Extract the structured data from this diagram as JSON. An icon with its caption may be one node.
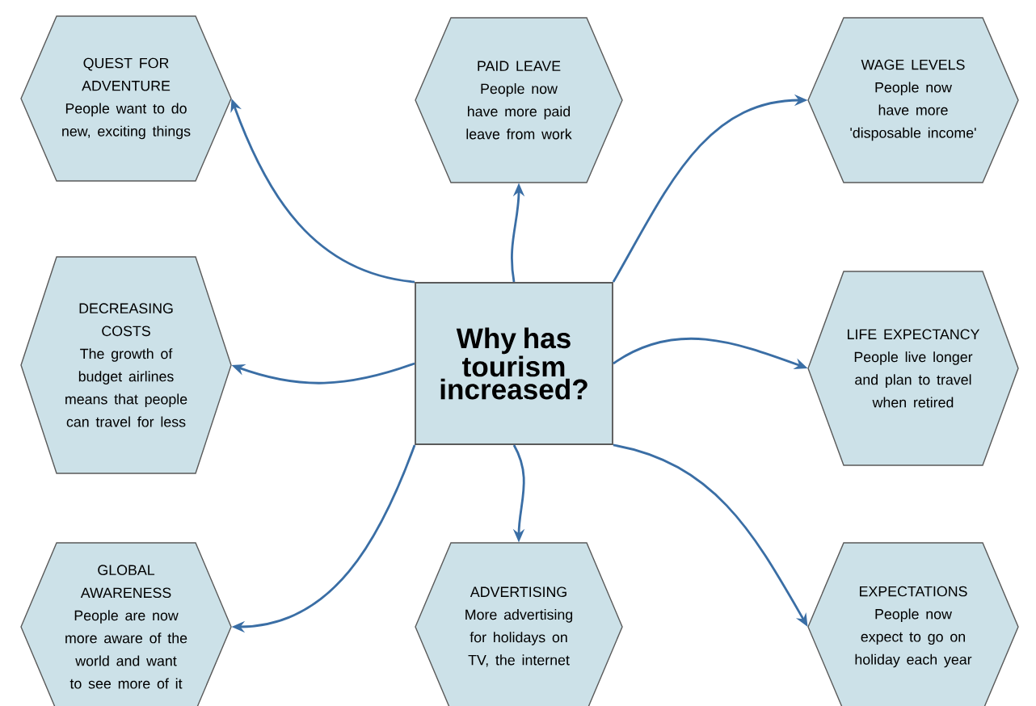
{
  "diagram": {
    "nodes": [
      {
        "text": [
          "Why has tourism increased?"
        ]
      },
      {
        "text": [
          "QUEST FOR ADVENTURE",
          "People want to do new, exciting things"
        ]
      },
      {
        "text": [
          "PAID LEAVE",
          "People now have more paid leave from work"
        ]
      },
      {
        "text": [
          "WAGE LEVELS",
          "People now have more 'disposable income'"
        ]
      },
      {
        "text": [
          "DECREASING COSTS",
          "The growth of budget airlines means that people can travel for less"
        ]
      },
      {
        "text": [
          "LIFE EXPECTANCY",
          "People live longer and plan to travel when retired"
        ]
      },
      {
        "text": [
          "GLOBAL AWARENESS",
          "People are now more aware of the world and want to see more of it"
        ]
      },
      {
        "text": [
          "ADVERTISING",
          "More advertising for holidays on TV, the internet"
        ]
      },
      {
        "text": [
          "EXPECTATIONS",
          "People now expect to go on holiday each year"
        ]
      }
    ],
    "edges": [
      {
        "from": 0,
        "to": 1,
        "arrow": "to"
      },
      {
        "from": 0,
        "to": 2,
        "arrow": "to"
      },
      {
        "from": 0,
        "to": 3,
        "arrow": "to"
      },
      {
        "from": 0,
        "to": 4,
        "arrow": "to"
      },
      {
        "from": 0,
        "to": 5,
        "arrow": "to"
      },
      {
        "from": 0,
        "to": 6,
        "arrow": "to"
      },
      {
        "from": 0,
        "to": 7,
        "arrow": "to"
      },
      {
        "from": 0,
        "to": 8,
        "arrow": "to"
      }
    ]
  }
}
